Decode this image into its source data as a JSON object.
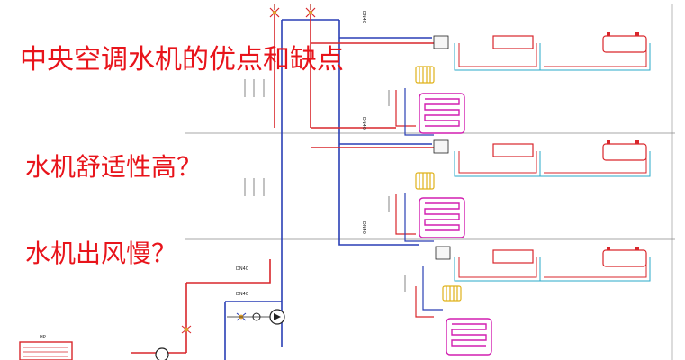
{
  "overlay": {
    "title": "中央空调水机的优点和缺点",
    "question_comfort": "水机舒适性高？",
    "question_airflow": "水机出风慢？"
  },
  "pipe_labels": {
    "dn40_top": "DN40",
    "dn40_mid": "DN40",
    "dn40_low": "DN40",
    "dn40_left_a": "DN40",
    "dn40_left_b": "DN40"
  },
  "equipment": {
    "hp_label": "HP"
  },
  "colors": {
    "overlay_text": "#e8141b",
    "supply_pipe": "#d9262b",
    "return_pipe": "#2a3fb5",
    "floor_heating": "#d21fb0",
    "fan_coil_loop": "#2aa8c9",
    "manifold": "#e0b21a",
    "floor_line": "#8a8a8a"
  },
  "icons": [
    "valve-icon",
    "pump-icon",
    "fan-coil-unit-icon",
    "floor-heating-coil-icon",
    "manifold-icon",
    "heat-pump-unit-icon"
  ]
}
